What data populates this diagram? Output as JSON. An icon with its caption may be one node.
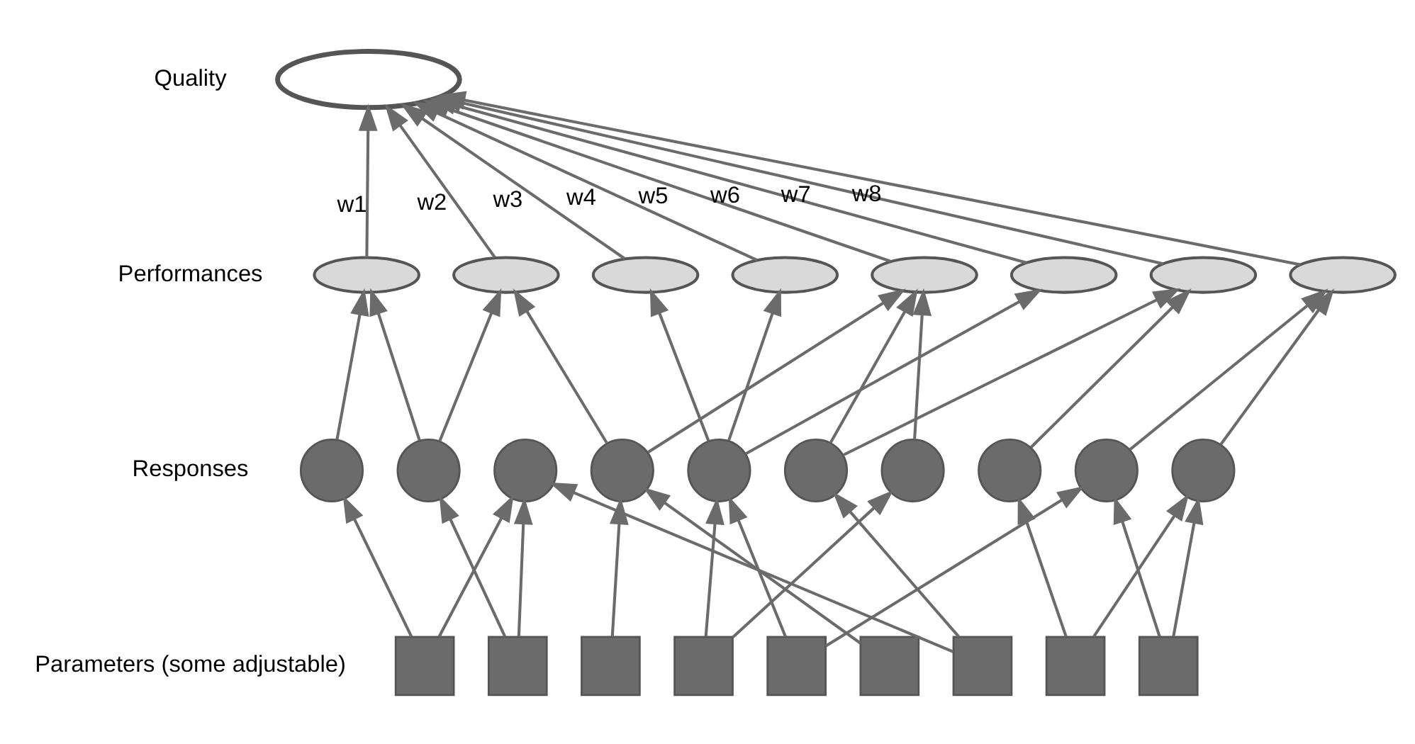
{
  "diagram": {
    "nodes": [
      {
        "text": [],
        "shape": "ellipse"
      },
      {
        "text": [],
        "shape": "ellipse"
      },
      {
        "text": [],
        "shape": "ellipse"
      },
      {
        "text": [],
        "shape": "ellipse"
      },
      {
        "text": [],
        "shape": "ellipse"
      },
      {
        "text": [],
        "shape": "ellipse"
      },
      {
        "text": [],
        "shape": "ellipse"
      },
      {
        "text": [],
        "shape": "ellipse"
      },
      {
        "text": [],
        "shape": "ellipse"
      },
      {
        "text": [],
        "shape": "circle"
      },
      {
        "text": [],
        "shape": "circle"
      },
      {
        "text": [],
        "shape": "circle"
      },
      {
        "text": [],
        "shape": "circle"
      },
      {
        "text": [],
        "shape": "circle"
      },
      {
        "text": [],
        "shape": "circle"
      },
      {
        "text": [],
        "shape": "circle"
      },
      {
        "text": [],
        "shape": "circle"
      },
      {
        "text": [],
        "shape": "circle"
      },
      {
        "text": [],
        "shape": "circle"
      },
      {
        "text": [],
        "shape": "box"
      },
      {
        "text": [],
        "shape": "box"
      },
      {
        "text": [],
        "shape": "box"
      },
      {
        "text": [],
        "shape": "box"
      },
      {
        "text": [],
        "shape": "box"
      },
      {
        "text": [],
        "shape": "box"
      },
      {
        "text": [],
        "shape": "box"
      },
      {
        "text": [],
        "shape": "box"
      },
      {
        "text": [],
        "shape": "box"
      }
    ],
    "edges": [
      {
        "from": 1,
        "to": 0,
        "arrow": "to",
        "label": "w1"
      },
      {
        "from": 2,
        "to": 0,
        "arrow": "to",
        "label": "w2"
      },
      {
        "from": 3,
        "to": 0,
        "arrow": "to",
        "label": "w3"
      },
      {
        "from": 4,
        "to": 0,
        "arrow": "to",
        "label": "w4"
      },
      {
        "from": 5,
        "to": 0,
        "arrow": "to",
        "label": "w5"
      },
      {
        "from": 6,
        "to": 0,
        "arrow": "to",
        "label": "w6"
      },
      {
        "from": 7,
        "to": 0,
        "arrow": "to",
        "label": "w7"
      },
      {
        "from": 8,
        "to": 0,
        "arrow": "to",
        "label": "w8"
      },
      {
        "from": 9,
        "to": 1,
        "arrow": "to"
      },
      {
        "from": 10,
        "to": 1,
        "arrow": "to"
      },
      {
        "from": 10,
        "to": 2,
        "arrow": "to"
      },
      {
        "from": 12,
        "to": 2,
        "arrow": "to"
      },
      {
        "from": 13,
        "to": 3,
        "arrow": "to"
      },
      {
        "from": 13,
        "to": 4,
        "arrow": "to"
      },
      {
        "from": 12,
        "to": 5,
        "arrow": "to"
      },
      {
        "from": 14,
        "to": 5,
        "arrow": "to"
      },
      {
        "from": 13,
        "to": 6,
        "arrow": "to"
      },
      {
        "from": 15,
        "to": 5,
        "arrow": "to"
      },
      {
        "from": 14,
        "to": 7,
        "arrow": "to"
      },
      {
        "from": 16,
        "to": 7,
        "arrow": "to"
      },
      {
        "from": 17,
        "to": 8,
        "arrow": "to"
      },
      {
        "from": 18,
        "to": 8,
        "arrow": "to"
      },
      {
        "from": 19,
        "to": 9,
        "arrow": "to"
      },
      {
        "from": 20,
        "to": 10,
        "arrow": "to"
      },
      {
        "from": 19,
        "to": 11,
        "arrow": "to"
      },
      {
        "from": 20,
        "to": 11,
        "arrow": "to"
      },
      {
        "from": 25,
        "to": 11,
        "arrow": "to"
      },
      {
        "from": 21,
        "to": 12,
        "arrow": "to"
      },
      {
        "from": 24,
        "to": 12,
        "arrow": "to"
      },
      {
        "from": 22,
        "to": 13,
        "arrow": "to"
      },
      {
        "from": 22,
        "to": 15,
        "arrow": "to"
      },
      {
        "from": 23,
        "to": 13,
        "arrow": "to"
      },
      {
        "from": 25,
        "to": 14,
        "arrow": "to"
      },
      {
        "from": 23,
        "to": 17,
        "arrow": "to"
      },
      {
        "from": 26,
        "to": 16,
        "arrow": "to"
      },
      {
        "from": 26,
        "to": 18,
        "arrow": "to"
      },
      {
        "from": 27,
        "to": 17,
        "arrow": "to"
      },
      {
        "from": 27,
        "to": 18,
        "arrow": "to"
      }
    ],
    "labels": [
      "Quality",
      "Performances",
      "Responses",
      "Parameters (some adjustable)"
    ]
  }
}
